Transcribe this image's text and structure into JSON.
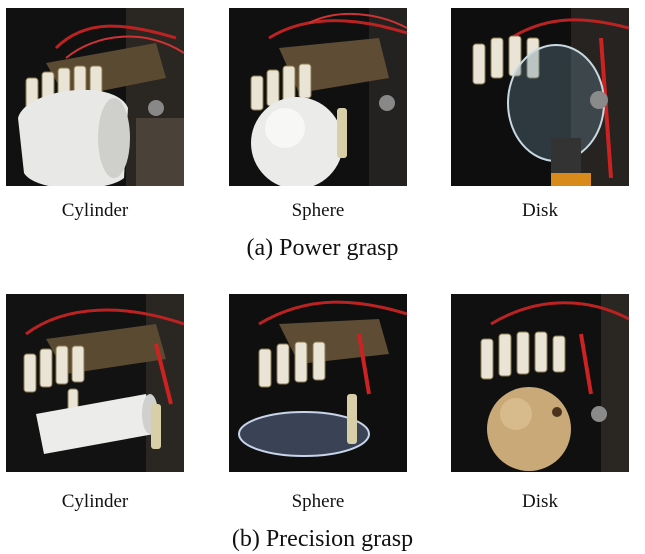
{
  "groups": [
    {
      "caption": "(a) Power grasp",
      "photos": [
        {
          "label": "Cylinder",
          "object": "cylinder-object"
        },
        {
          "label": "Sphere",
          "object": "sphere-object"
        },
        {
          "label": "Disk",
          "object": "disk-object"
        }
      ]
    },
    {
      "caption": "(b) Precision grasp",
      "photos": [
        {
          "label": "Cylinder",
          "object": "cylinder-object"
        },
        {
          "label": "Sphere",
          "object": "disk-object"
        },
        {
          "label": "Disk",
          "object": "sphere-object"
        }
      ]
    }
  ]
}
